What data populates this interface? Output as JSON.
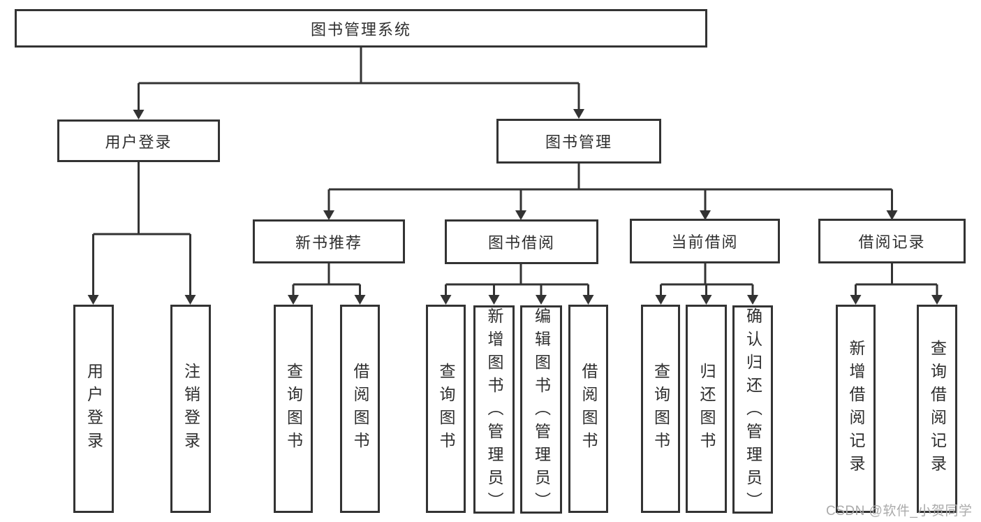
{
  "colors": {
    "line": "#333333",
    "text": "#2e2e2e",
    "watermark": "#ababab",
    "background": "#ffffff"
  },
  "watermark": {
    "text": "CSDN @软件_小贺同学"
  },
  "diagram": {
    "root": {
      "label": "图书管理系统"
    },
    "level2": {
      "user_login": {
        "label": "用户登录",
        "children": [
          "用户登录",
          "注销登录"
        ]
      },
      "book_management": {
        "label": "图书管理"
      }
    },
    "level3": {
      "new_book_recommend": {
        "label": "新书推荐",
        "children": [
          "查询图书",
          "借阅图书"
        ]
      },
      "book_borrowing": {
        "label": "图书借阅",
        "children": [
          "查询图书",
          "新增图书（管理员）",
          "编辑图书（管理员）",
          "借阅图书"
        ]
      },
      "current_borrowing": {
        "label": "当前借阅",
        "children": [
          "查询图书",
          "归还图书",
          "确认归还（管理员）"
        ]
      },
      "borrowing_records": {
        "label": "借阅记录",
        "children": [
          "新增借阅记录",
          "查询借阅记录"
        ]
      }
    }
  }
}
